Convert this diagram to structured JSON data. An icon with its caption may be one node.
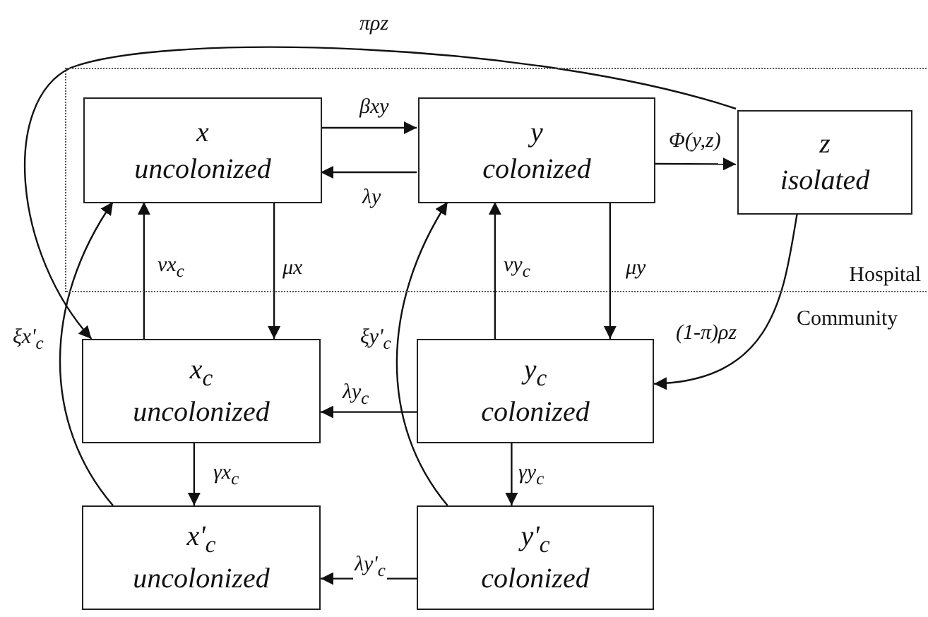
{
  "diagram": {
    "nodes": [
      {
        "text": [
          "Hospital"
        ]
      },
      {
        "text": [
          "x",
          "uncolonized"
        ],
        "in": 0
      },
      {
        "text": [
          "y",
          "colonized"
        ],
        "in": 0
      },
      {
        "text": [
          "z",
          "isolated"
        ],
        "in": 0
      },
      {
        "text": [
          "x$_{c}$",
          "uncolonized"
        ]
      },
      {
        "text": [
          "y$_{c}$",
          "colonized"
        ]
      },
      {
        "text": [
          "x'$_{c}$",
          "uncolonized"
        ]
      },
      {
        "text": [
          "y'$_{c}$",
          "colonized"
        ]
      }
    ],
    "edges": [
      {
        "from": 1,
        "to": 2,
        "arrow": "to",
        "label": "βxy"
      },
      {
        "from": 2,
        "to": 1,
        "arrow": "to",
        "label": "λy"
      },
      {
        "from": 2,
        "to": 3,
        "arrow": "to",
        "label": "Φ(y,z)"
      },
      {
        "from": 3,
        "to": 4,
        "arrow": "to",
        "label": "πρz"
      },
      {
        "from": 4,
        "to": 1,
        "arrow": "to",
        "label": "νx$_{c}$"
      },
      {
        "from": 1,
        "to": 4,
        "arrow": "to",
        "label": "μx"
      },
      {
        "from": 5,
        "to": 2,
        "arrow": "to",
        "label": "νy$_{c}$"
      },
      {
        "from": 2,
        "to": 5,
        "arrow": "to",
        "label": "μy"
      },
      {
        "from": 3,
        "to": 5,
        "arrow": "to",
        "label": "(1-π)ρz"
      },
      {
        "from": 5,
        "to": 4,
        "arrow": "to",
        "label": "λy$_{c}$"
      },
      {
        "from": 4,
        "to": 6,
        "arrow": "to",
        "label": "γx$_{c}$"
      },
      {
        "from": 6,
        "to": 1,
        "arrow": "to",
        "label": "ξx'$_{c}$"
      },
      {
        "from": 7,
        "to": 2,
        "arrow": "to",
        "label": "ξy'$_{c}$"
      },
      {
        "from": 5,
        "to": 7,
        "arrow": "to",
        "label": "γy$_{c}$"
      },
      {
        "from": 7,
        "to": 6,
        "arrow": "to",
        "label": "λy'$_{c}$"
      }
    ],
    "labels": [
      "Community"
    ]
  }
}
